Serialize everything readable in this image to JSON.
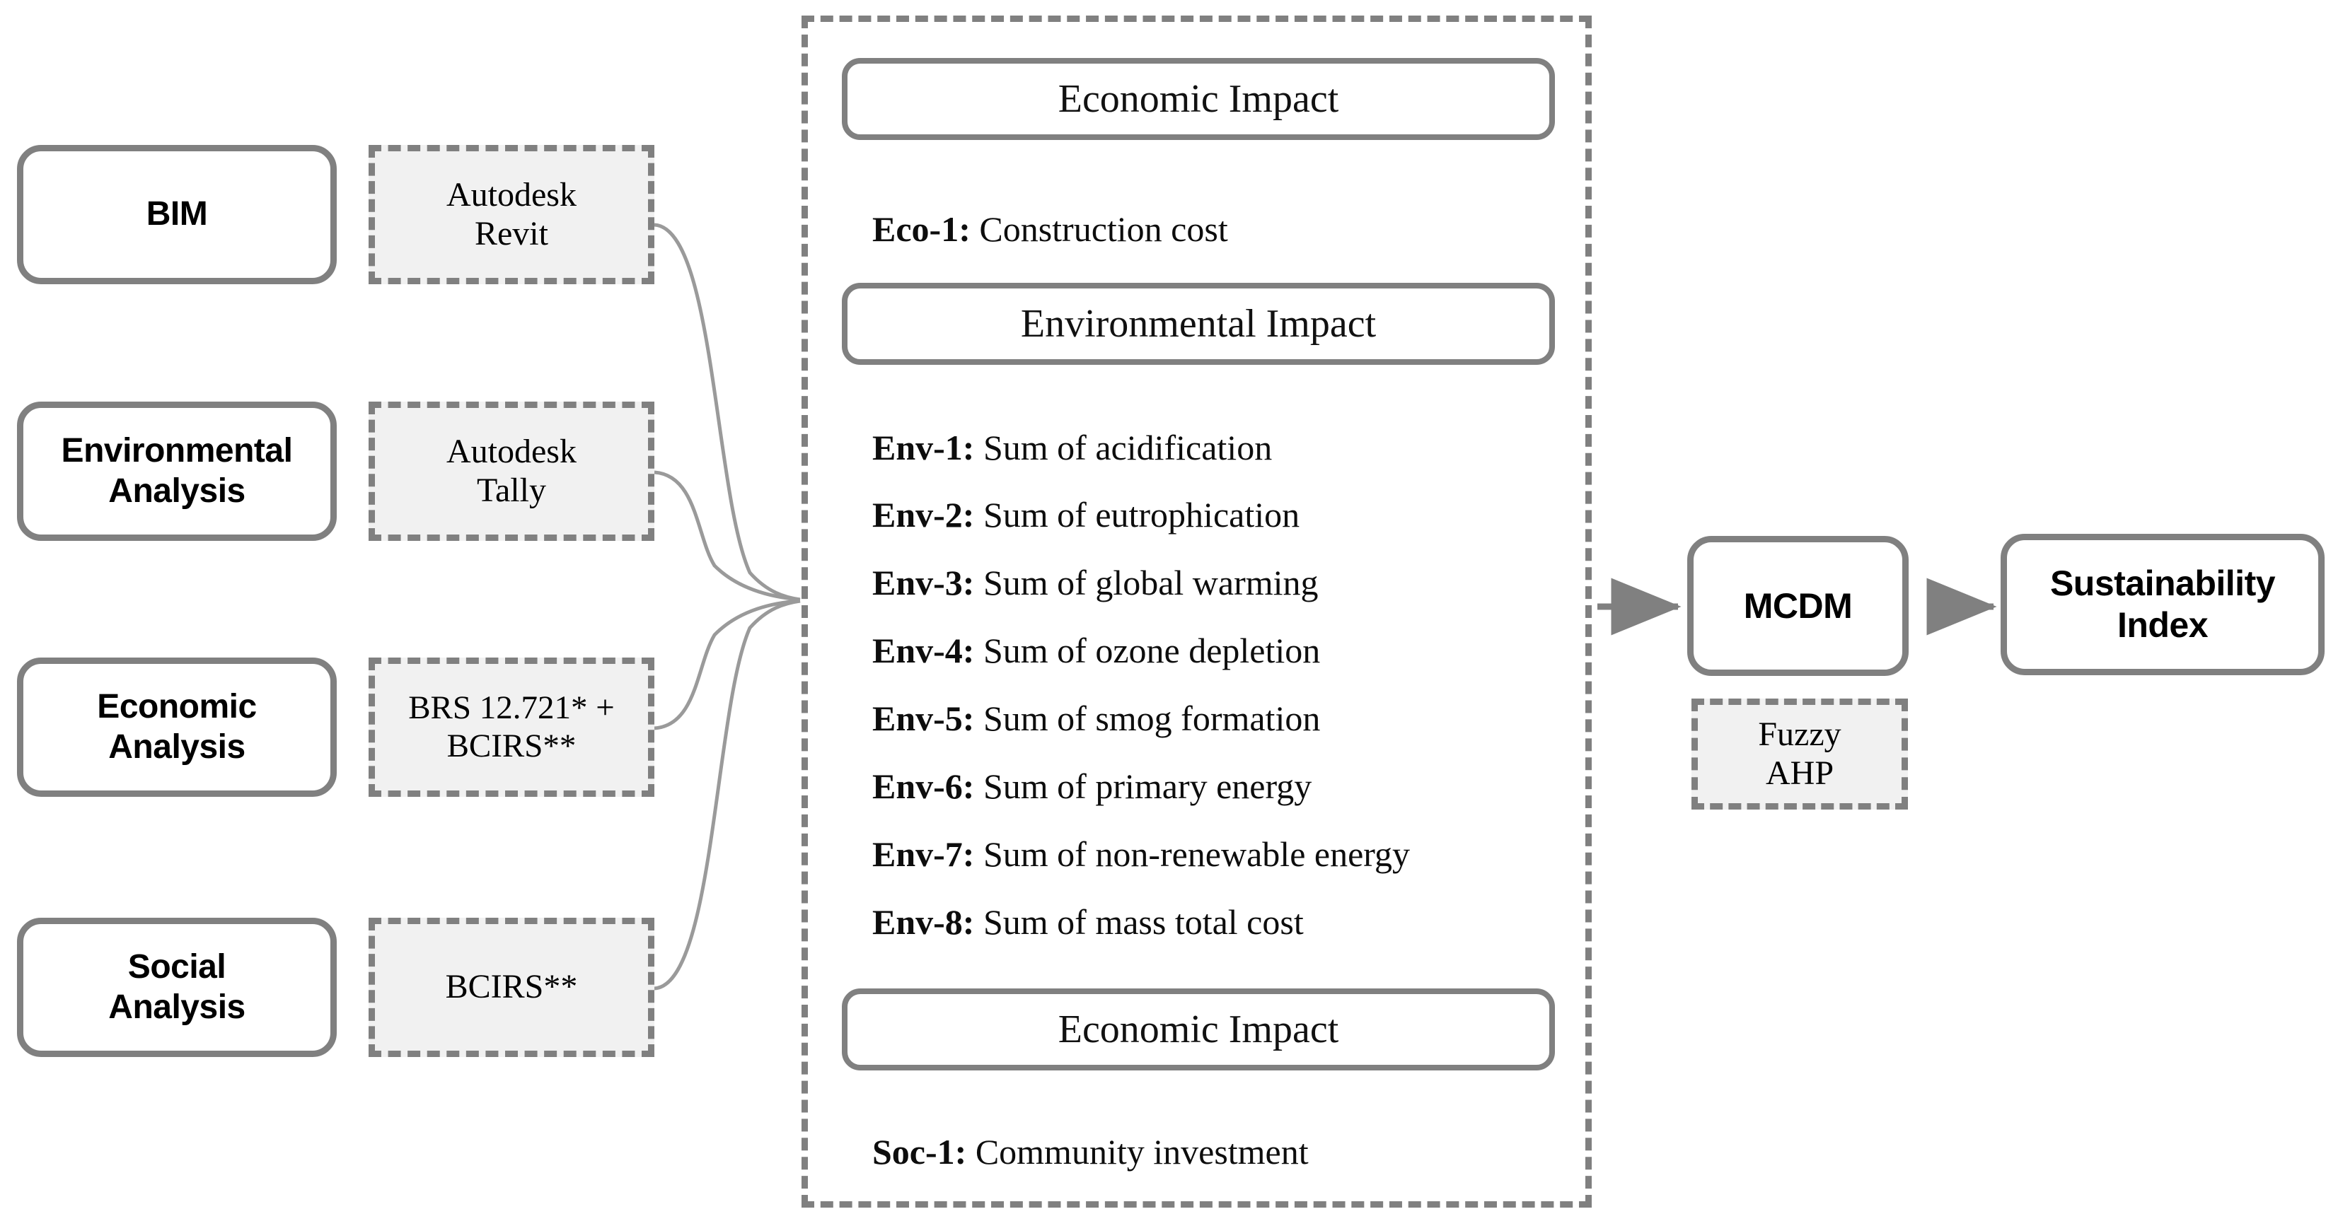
{
  "diagram": {
    "title": "BIM-based sustainability assessment framework",
    "colors": {
      "stroke": "#808080",
      "dashed_fill": "#f1f1f1",
      "text": "#000000",
      "background": "#ffffff"
    }
  },
  "inputs": [
    {
      "label": "BIM"
    },
    {
      "label": "Environmental\nAnalysis"
    },
    {
      "label": "Economic\nAnalysis"
    },
    {
      "label": "Social\nAnalysis"
    }
  ],
  "tools": [
    {
      "label": "Autodesk\nRevit"
    },
    {
      "label": "Autodesk\nTally"
    },
    {
      "label": "BRS 12.721* +\nBCIRS**"
    },
    {
      "label": "BCIRS**"
    }
  ],
  "impact_panel": {
    "sections": [
      {
        "header": "Economic Impact",
        "criteria": [
          {
            "code": "Eco-1:",
            "text": " Construction cost"
          }
        ]
      },
      {
        "header": "Environmental Impact",
        "criteria": [
          {
            "code": "Env-1:",
            "text": " Sum of acidification"
          },
          {
            "code": "Env-2:",
            "text": " Sum of eutrophication"
          },
          {
            "code": "Env-3:",
            "text": " Sum of global warming"
          },
          {
            "code": "Env-4:",
            "text": " Sum of ozone depletion"
          },
          {
            "code": "Env-5:",
            "text": " Sum of smog formation"
          },
          {
            "code": "Env-6:",
            "text": " Sum of primary energy"
          },
          {
            "code": "Env-7:",
            "text": " Sum of non-renewable energy"
          },
          {
            "code": "Env-8:",
            "text": " Sum of mass total cost"
          }
        ]
      },
      {
        "header": "Economic Impact",
        "criteria": [
          {
            "code": "Soc-1:",
            "text": " Community investment"
          }
        ]
      }
    ]
  },
  "outputs": {
    "mcdm": {
      "label": "MCDM"
    },
    "method": {
      "label": "Fuzzy\nAHP"
    },
    "result": {
      "label": "Sustainability\nIndex"
    }
  },
  "icons": {
    "arrow_panel_to_mcdm": "arrow-right-icon",
    "arrow_mcdm_to_index": "arrow-right-icon",
    "connector_curves": "curved-connector-icon"
  }
}
